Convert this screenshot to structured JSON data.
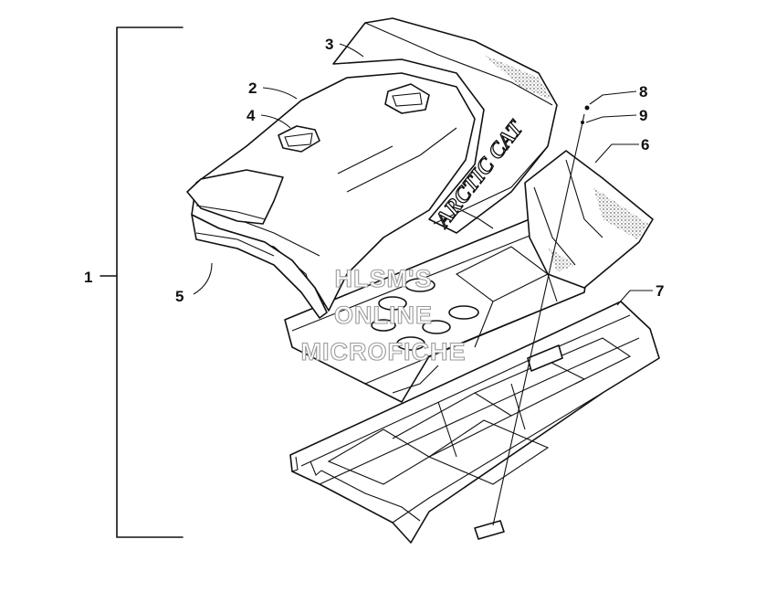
{
  "diagram": {
    "callouts": [
      {
        "id": "1",
        "label": "1"
      },
      {
        "id": "2",
        "label": "2"
      },
      {
        "id": "3",
        "label": "3"
      },
      {
        "id": "4",
        "label": "4"
      },
      {
        "id": "5",
        "label": "5"
      },
      {
        "id": "6",
        "label": "6"
      },
      {
        "id": "7",
        "label": "7"
      },
      {
        "id": "8",
        "label": "8"
      },
      {
        "id": "9",
        "label": "9"
      }
    ],
    "decal_text": "ARCTIC CAT",
    "watermark": {
      "line1": "HLSM'S",
      "line2": "ONLINE",
      "line3": "MICROFICHE"
    },
    "colors": {
      "line": "#111111",
      "background": "#ffffff",
      "watermark_outline": "#9a9a9a"
    }
  }
}
